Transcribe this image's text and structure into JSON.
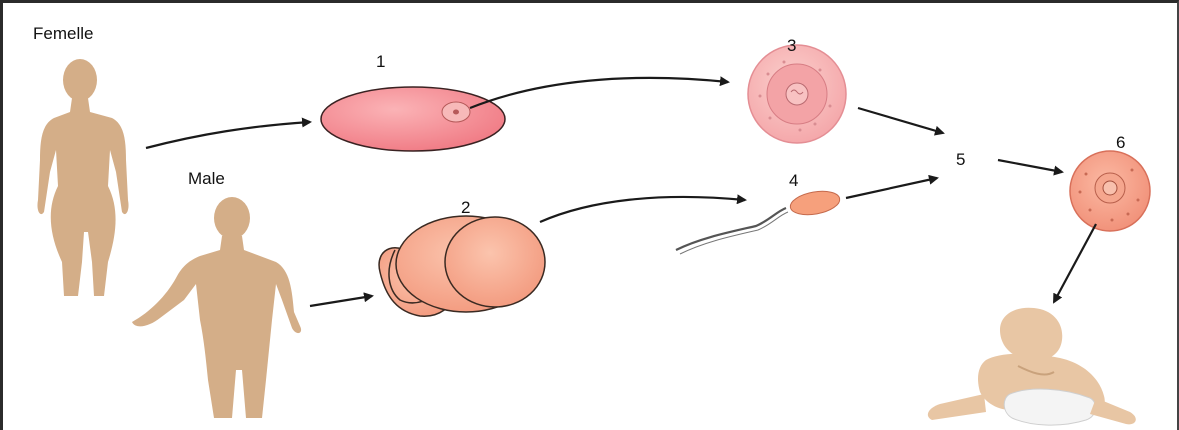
{
  "labels": {
    "female": "Femelle",
    "male": "Male"
  },
  "numbers": {
    "n1": "1",
    "n2": "2",
    "n3": "3",
    "n4": "4",
    "n5": "5",
    "n6": "6"
  },
  "colors": {
    "skin": "#d4ae88",
    "ovary": "#f4818a",
    "ovum": "#f6b3b3",
    "testis": "#f6a98c",
    "zygote": "#f5a088",
    "arrow": "#1a1a1a"
  },
  "icons": [
    "female-silhouette-icon",
    "male-silhouette-icon",
    "baby-icon"
  ]
}
